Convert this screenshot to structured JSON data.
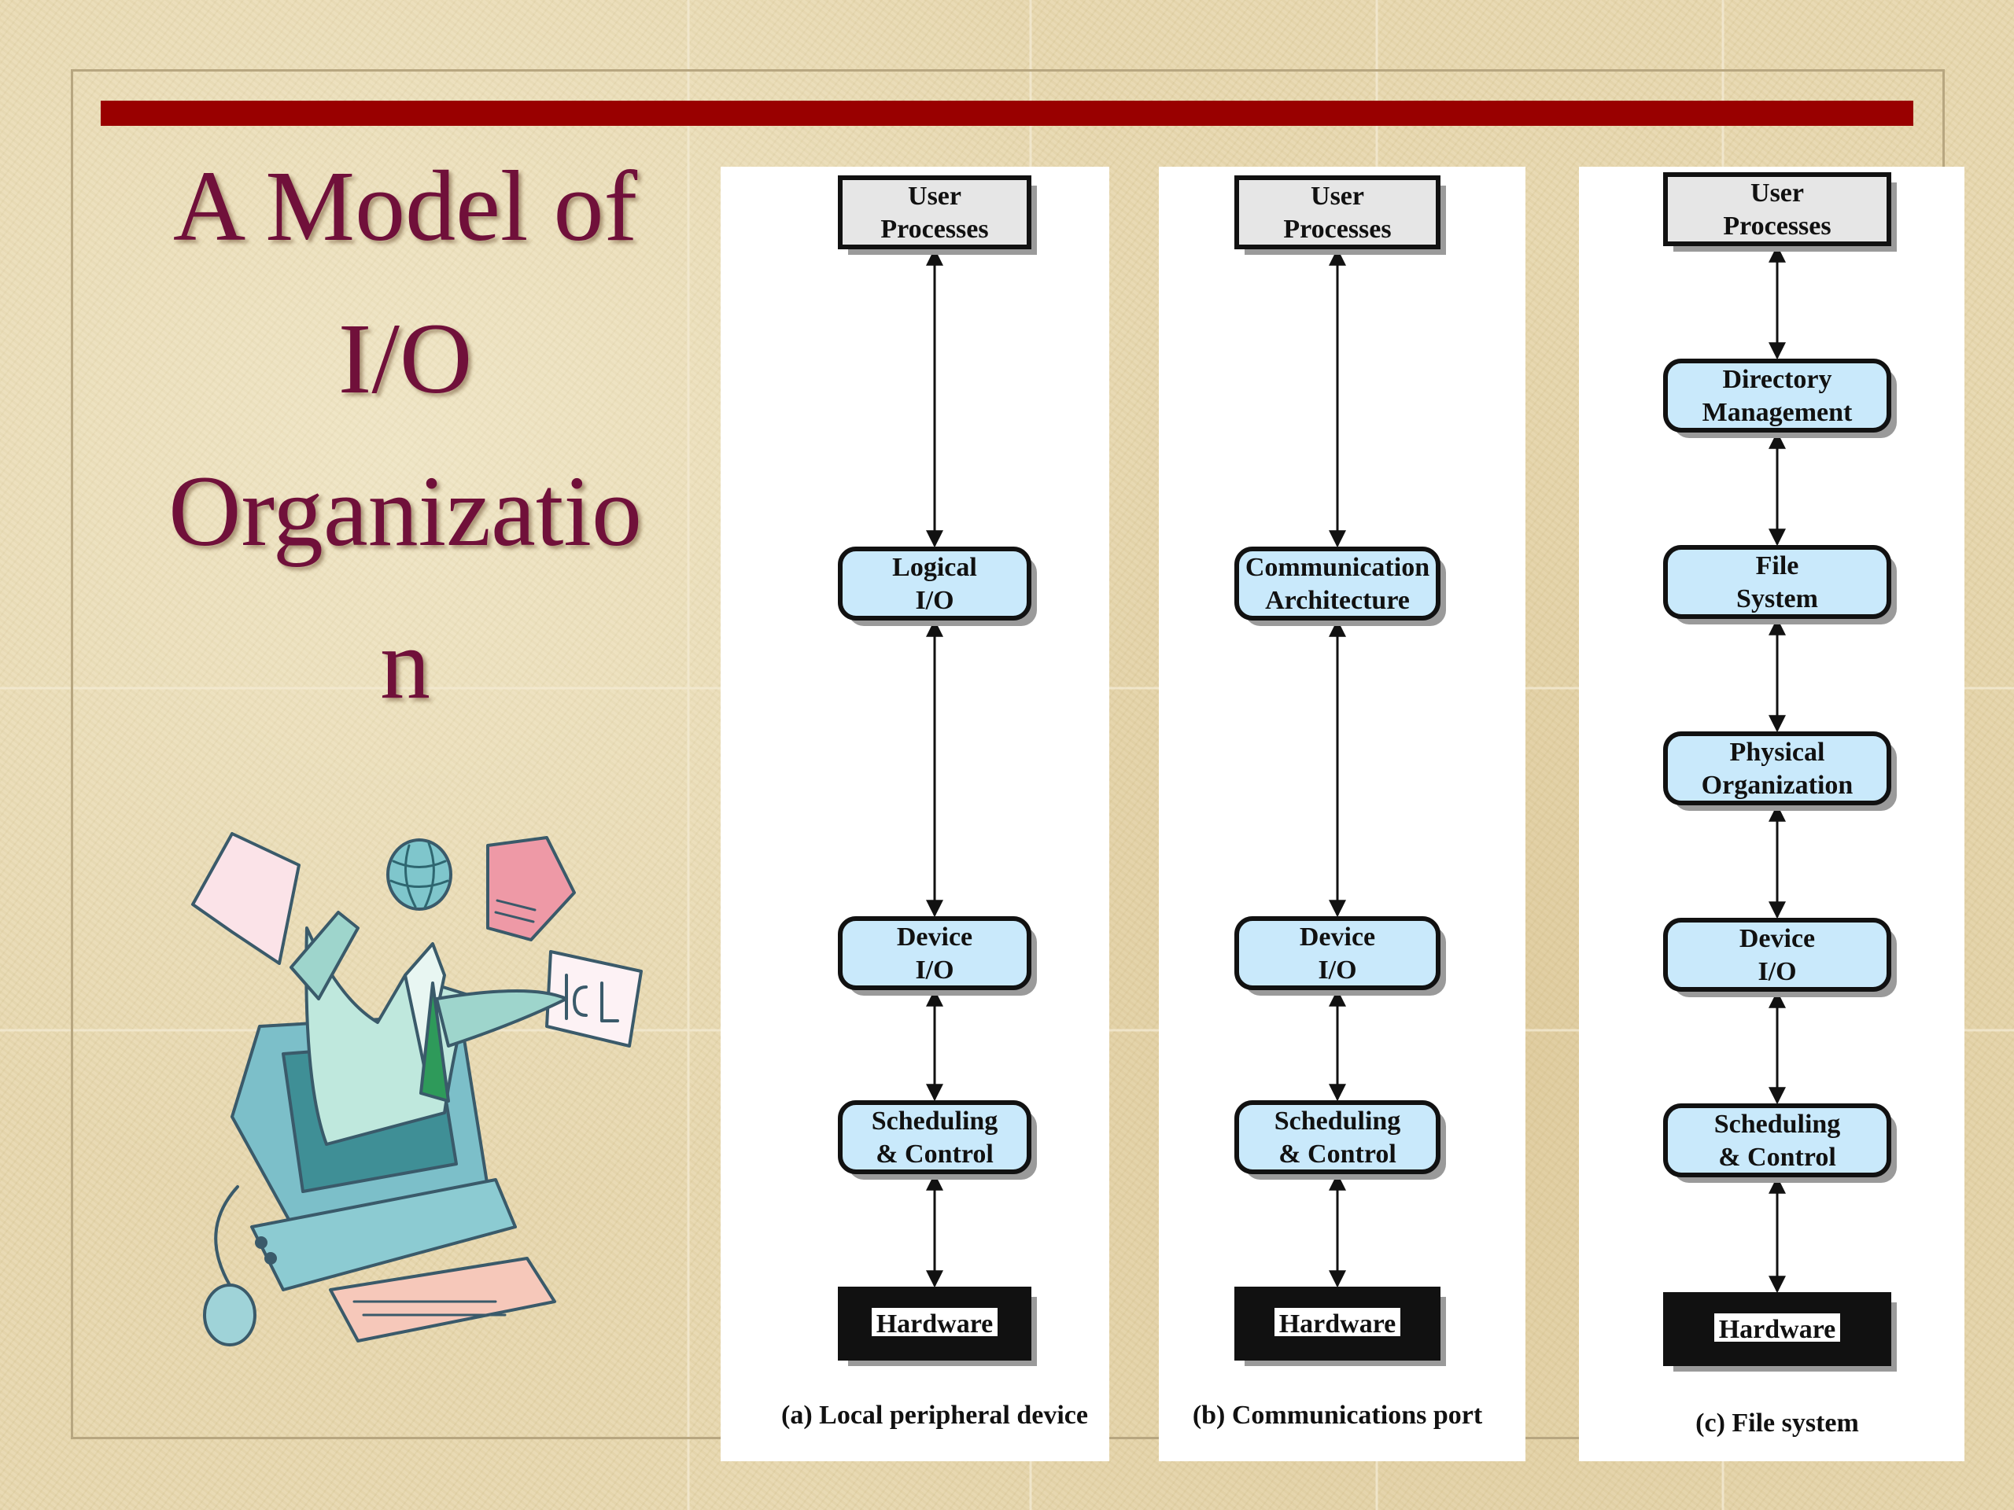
{
  "slide": {
    "title_lines": [
      "A Model of",
      "I/O",
      "Organizatio",
      "n"
    ],
    "colors": {
      "title": "#70103a",
      "accent_bar": "#990000",
      "layer_fill": "#c9e9fb",
      "user_fill": "#e6e6e6",
      "hardware_fill": "#111111"
    },
    "clipart": "person-juggling-files-from-computer"
  },
  "diagrams": [
    {
      "caption": "(a) Local peripheral device",
      "boxes": [
        {
          "label": [
            "User",
            "Processes"
          ],
          "kind": "user"
        },
        {
          "label": [
            "Logical",
            "I/O"
          ],
          "kind": "layer"
        },
        {
          "label": [
            "Device",
            "I/O"
          ],
          "kind": "layer"
        },
        {
          "label": [
            "Scheduling",
            "& Control"
          ],
          "kind": "layer"
        },
        {
          "label": [
            "Hardware"
          ],
          "kind": "hardware"
        }
      ]
    },
    {
      "caption": "(b) Communications port",
      "boxes": [
        {
          "label": [
            "User",
            "Processes"
          ],
          "kind": "user"
        },
        {
          "label": [
            "Communication",
            "Architecture"
          ],
          "kind": "layer"
        },
        {
          "label": [
            "Device",
            "I/O"
          ],
          "kind": "layer"
        },
        {
          "label": [
            "Scheduling",
            "& Control"
          ],
          "kind": "layer"
        },
        {
          "label": [
            "Hardware"
          ],
          "kind": "hardware"
        }
      ]
    },
    {
      "caption": "(c) File system",
      "boxes": [
        {
          "label": [
            "User",
            "Processes"
          ],
          "kind": "user"
        },
        {
          "label": [
            "Directory",
            "Management"
          ],
          "kind": "layer"
        },
        {
          "label": [
            "File",
            "System"
          ],
          "kind": "layer"
        },
        {
          "label": [
            "Physical",
            "Organization"
          ],
          "kind": "layer"
        },
        {
          "label": [
            "Device",
            "I/O"
          ],
          "kind": "layer"
        },
        {
          "label": [
            "Scheduling",
            "& Control"
          ],
          "kind": "layer"
        },
        {
          "label": [
            "Hardware"
          ],
          "kind": "hardware"
        }
      ]
    }
  ]
}
